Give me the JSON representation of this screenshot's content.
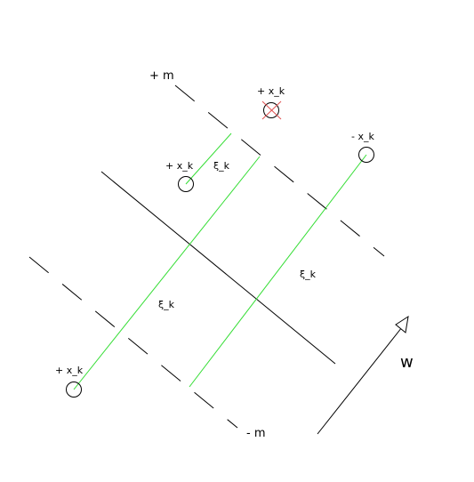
{
  "labels": {
    "plus_m": "+ m",
    "minus_m": "- m",
    "w": "w",
    "point_top_crossed": "+ x_k",
    "point_upper_left": "+ x_k",
    "point_upper_right": "- x_k",
    "point_lower_left": "+ x_k",
    "xi_upper": "ξ_k",
    "xi_lower_left": "ξ_k",
    "xi_right": "ξ_k"
  },
  "colors": {
    "line": "#000000",
    "slack": "#33dd33",
    "cross": "#e05050"
  }
}
